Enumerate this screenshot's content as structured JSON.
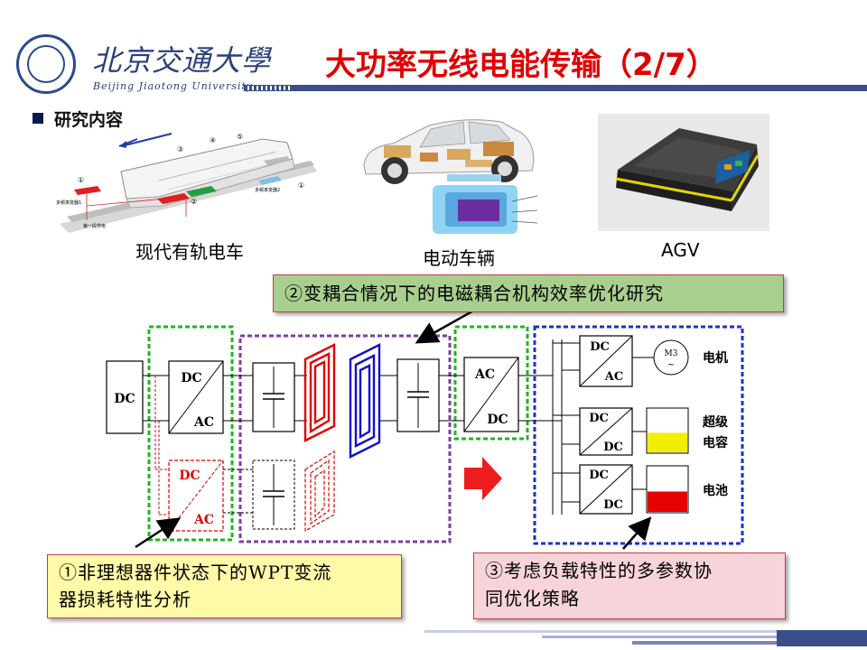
{
  "header": {
    "university_cn": "北京交通大學",
    "university_en": "Beijing Jiaotong University",
    "title": "大功率无线电能传输（2/7）"
  },
  "section": {
    "title": "研究内容"
  },
  "images": [
    {
      "caption": "现代有轨电车"
    },
    {
      "caption": "电动车辆"
    },
    {
      "caption": "AGV"
    }
  ],
  "tram_labels": {
    "n1": "①",
    "n2": "②",
    "n3": "③",
    "n4": "④",
    "n5": "⑤",
    "n6": "①",
    "left_label": "多频率变器1",
    "right_label": "多频率变器2",
    "bottom_label": "第一段供电"
  },
  "callouts": {
    "c1_line1": "①非理想器件状态下的WPT变流",
    "c1_line2": "器损耗特性分析",
    "c2": "②变耦合情况下的电磁耦合机构效率优化研究",
    "c3_line1": "③考虑负载特性的多参数协",
    "c3_line2": "同优化策略"
  },
  "diagram": {
    "dc_source": "DC",
    "inv1_top": "DC",
    "inv1_bot": "AC",
    "inv2_top": "DC",
    "inv2_bot": "AC",
    "rect_top": "AC",
    "rect_bot": "DC",
    "conv1_top": "DC",
    "conv1_bot": "AC",
    "conv2_top": "DC",
    "conv2_bot": "DC",
    "conv3_top": "DC",
    "conv3_bot": "DC",
    "motor_symbol_top": "M3",
    "motor_symbol_bot": "~",
    "motor_label": "电机",
    "supercap_label_1": "超级",
    "supercap_label_2": "电容",
    "battery_label": "电池",
    "supercap_level": 0.45,
    "battery_level": 0.45
  },
  "colors": {
    "title_red": "#e00000",
    "green_box": "#1fb51f",
    "purple_box": "#7a3fa0",
    "blue_box": "#1f2fd0",
    "red_coil": "#e00000",
    "blue_coil": "#1010c8",
    "supercap_fill": "#f2ee00",
    "battery_fill": "#e60000",
    "arrow_red": "#ee1c1c"
  }
}
